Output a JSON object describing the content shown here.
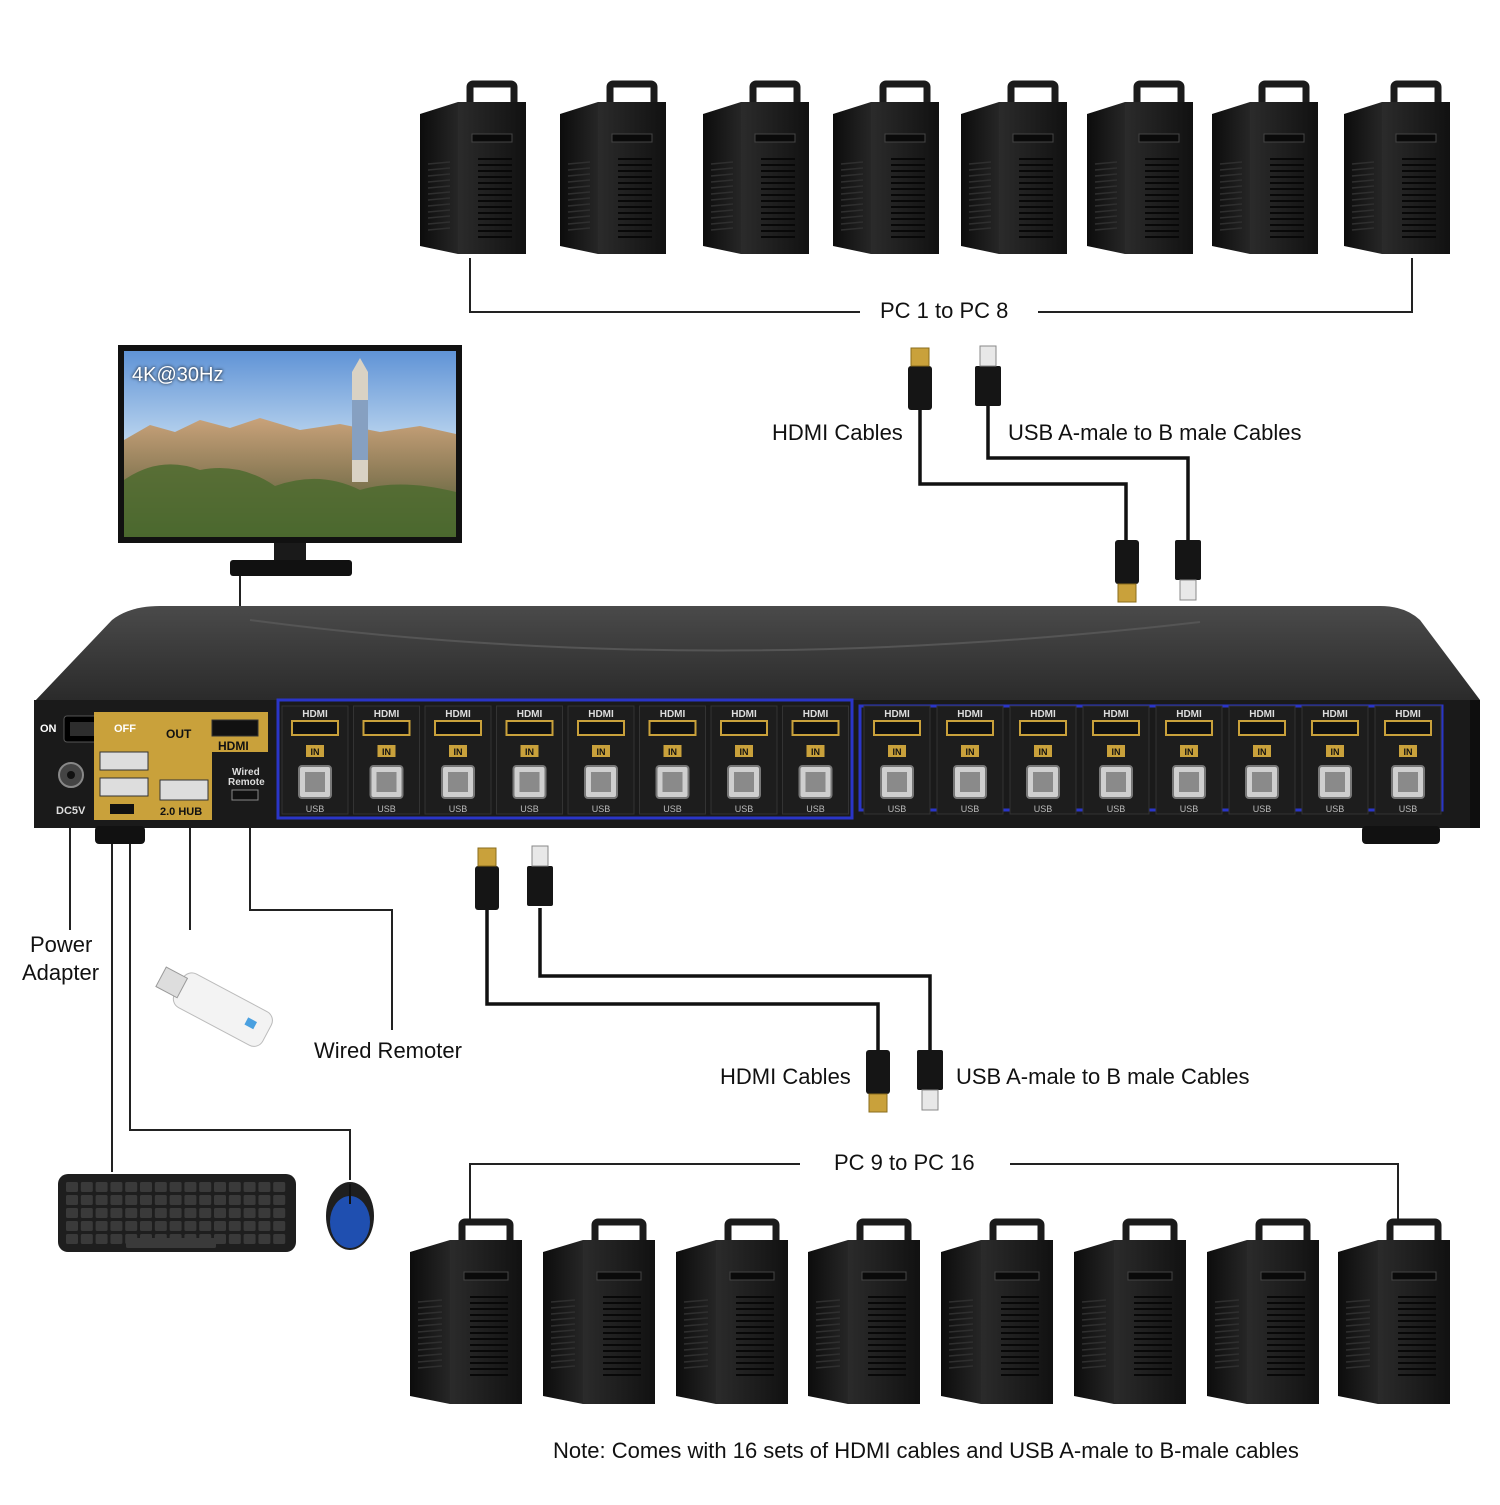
{
  "monitor": {
    "resolution_label": "4K@30Hz"
  },
  "labels": {
    "pc_top": "PC 1 to PC 8",
    "pc_bottom": "PC 9 to PC 16",
    "hdmi_cables_top": "HDMI Cables",
    "usb_cables_top": "USB A-male to B male Cables",
    "hdmi_cables_bottom": "HDMI Cables",
    "usb_cables_bottom": "USB A-male to B male Cables",
    "power_adapter_line1": "Power",
    "power_adapter_line2": "Adapter",
    "wired_remoter": "Wired Remoter",
    "note": "Note: Comes with 16 sets of HDMI cables and USB A-male to B-male cables"
  },
  "kvm": {
    "power_on": "ON",
    "power_off": "OFF",
    "dc_label": "DC5V",
    "out_label": "OUT",
    "hdmi_out_label": "HDMI",
    "hub_label": "2.0 HUB",
    "wired_remote_label_1": "Wired",
    "wired_remote_label_2": "Remote",
    "port_hdmi_label": "HDMI",
    "port_in_label": "IN",
    "port_usb_label": "USB"
  },
  "colors": {
    "gold": "#c9a13b",
    "port_outline": "#2a35c8",
    "mouse_blue": "#1f4fb0",
    "device_black": "#1b1b1b"
  }
}
